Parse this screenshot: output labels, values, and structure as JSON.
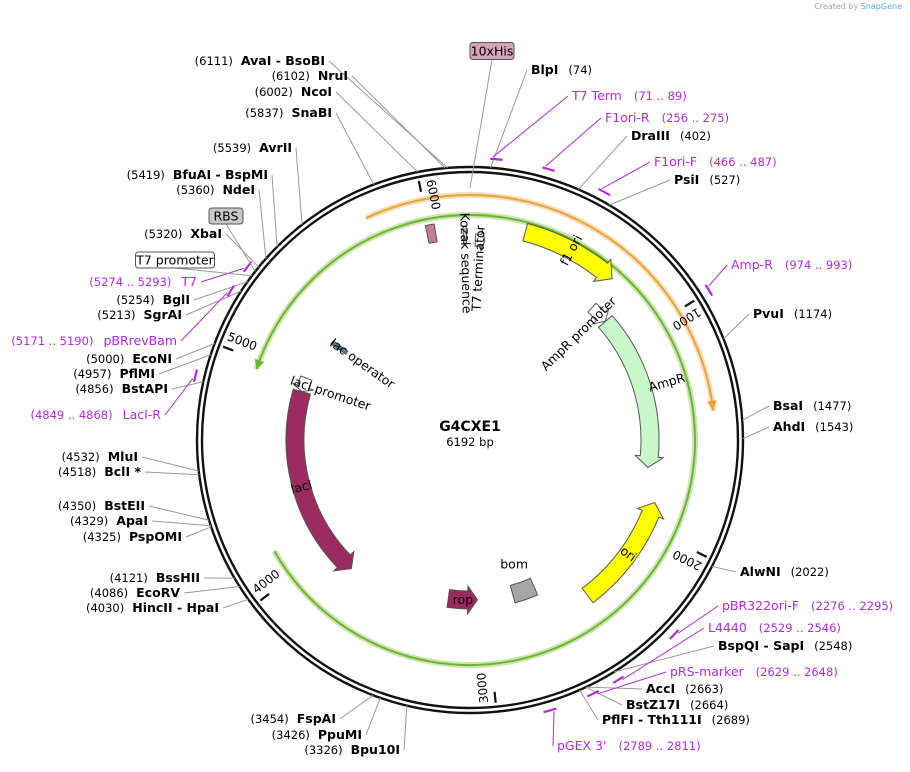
{
  "credit": {
    "prefix": "Created by",
    "brand": "SnapGene"
  },
  "plasmid": {
    "name": "G4CXE1",
    "length_label": "6192 bp",
    "length": 6192
  },
  "ticks": [
    {
      "bp": 1000,
      "label": "1000"
    },
    {
      "bp": 2000,
      "label": "2000"
    },
    {
      "bp": 3000,
      "label": "3000"
    },
    {
      "bp": 4000,
      "label": "4000"
    },
    {
      "bp": 5000,
      "label": "5000"
    },
    {
      "bp": 6000,
      "label": "6000"
    }
  ],
  "sites": [
    {
      "bp": 6111,
      "name": "AvaI  - BsoBI",
      "pos": "(6111)",
      "side": "L"
    },
    {
      "bp": 6102,
      "name": "NruI",
      "pos": "(6102)",
      "side": "L"
    },
    {
      "bp": 6002,
      "name": "NcoI",
      "pos": "(6002)",
      "side": "L"
    },
    {
      "bp": 5837,
      "name": "SnaBI",
      "pos": "(5837)",
      "side": "L"
    },
    {
      "bp": 5539,
      "name": "AvrII",
      "pos": "(5539)",
      "side": "L"
    },
    {
      "bp": 5419,
      "name": "BfuAI  - BspMI",
      "pos": "(5419)",
      "side": "L"
    },
    {
      "bp": 5360,
      "name": "NdeI",
      "pos": "(5360)",
      "side": "L"
    },
    {
      "bp": 5320,
      "name": "XbaI",
      "pos": "(5320)",
      "side": "L"
    },
    {
      "bp": 5254,
      "name": "BglI",
      "pos": "(5254)",
      "side": "L"
    },
    {
      "bp": 5213,
      "name": "SgrAI",
      "pos": "(5213)",
      "side": "L"
    },
    {
      "bp": 5000,
      "name": "EcoNI",
      "pos": "(5000)",
      "side": "L"
    },
    {
      "bp": 4957,
      "name": "PflMI",
      "pos": "(4957)",
      "side": "L"
    },
    {
      "bp": 4856,
      "name": "BstAPI",
      "pos": "(4856)",
      "side": "L"
    },
    {
      "bp": 4532,
      "name": "MluI",
      "pos": "(4532)",
      "side": "L"
    },
    {
      "bp": 4518,
      "name": "BclI *",
      "pos": "(4518)",
      "side": "L"
    },
    {
      "bp": 4350,
      "name": "BstEII",
      "pos": "(4350)",
      "side": "L"
    },
    {
      "bp": 4329,
      "name": "ApaI",
      "pos": "(4329)",
      "side": "L"
    },
    {
      "bp": 4325,
      "name": "PspOMI",
      "pos": "(4325)",
      "side": "L"
    },
    {
      "bp": 4121,
      "name": "BssHII",
      "pos": "(4121)",
      "side": "L"
    },
    {
      "bp": 4086,
      "name": "EcoRV",
      "pos": "(4086)",
      "side": "L"
    },
    {
      "bp": 4030,
      "name": "HincII  - HpaI",
      "pos": "(4030)",
      "side": "L"
    },
    {
      "bp": 3454,
      "name": "FspAI",
      "pos": "(3454)",
      "side": "L"
    },
    {
      "bp": 3426,
      "name": "PpuMI",
      "pos": "(3426)",
      "side": "L"
    },
    {
      "bp": 3326,
      "name": "Bpu10I",
      "pos": "(3326)",
      "side": "L"
    },
    {
      "bp": 74,
      "name": "BlpI",
      "pos": "(74)",
      "side": "R"
    },
    {
      "bp": 402,
      "name": "DraIII",
      "pos": "(402)",
      "side": "R"
    },
    {
      "bp": 527,
      "name": "PsiI",
      "pos": "(527)",
      "side": "R"
    },
    {
      "bp": 1174,
      "name": "PvuI",
      "pos": "(1174)",
      "side": "R"
    },
    {
      "bp": 1477,
      "name": "BsaI",
      "pos": "(1477)",
      "side": "R"
    },
    {
      "bp": 1543,
      "name": "AhdI",
      "pos": "(1543)",
      "side": "R"
    },
    {
      "bp": 2022,
      "name": "AlwNI",
      "pos": "(2022)",
      "side": "R"
    },
    {
      "bp": 2548,
      "name": "BspQI  - SapI",
      "pos": "(2548)",
      "side": "R"
    },
    {
      "bp": 2663,
      "name": "AccI",
      "pos": "(2663)",
      "side": "R"
    },
    {
      "bp": 2664,
      "name": "BstZ17I",
      "pos": "(2664)",
      "side": "R"
    },
    {
      "bp": 2689,
      "name": "PflFI  - Tth111I",
      "pos": "(2689)",
      "side": "R"
    }
  ],
  "primers": [
    {
      "start": 71,
      "end": 89,
      "name": "T7 Term",
      "range": "(71 .. 89)",
      "side": "R"
    },
    {
      "start": 256,
      "end": 275,
      "name": "F1ori-R",
      "range": "(256 .. 275)",
      "side": "R"
    },
    {
      "start": 466,
      "end": 487,
      "name": "F1ori-F",
      "range": "(466 .. 487)",
      "side": "R"
    },
    {
      "start": 974,
      "end": 993,
      "name": "Amp-R",
      "range": "(974 .. 993)",
      "side": "R"
    },
    {
      "start": 2276,
      "end": 2295,
      "name": "pBR322ori-F",
      "range": "(2276 .. 2295)",
      "side": "R"
    },
    {
      "start": 2529,
      "end": 2546,
      "name": "L4440",
      "range": "(2529 .. 2546)",
      "side": "R"
    },
    {
      "start": 2629,
      "end": 2648,
      "name": "pRS-marker",
      "range": "(2629 .. 2648)",
      "side": "R"
    },
    {
      "start": 2789,
      "end": 2811,
      "name": "pGEX 3'",
      "range": "(2789 .. 2811)",
      "side": "R"
    },
    {
      "start": 5274,
      "end": 5293,
      "name": "T7",
      "range": "(5274 .. 5293)",
      "side": "L"
    },
    {
      "start": 5171,
      "end": 5190,
      "name": "pBRrevBam",
      "range": "(5171 .. 5190)",
      "side": "L"
    },
    {
      "start": 4849,
      "end": 4868,
      "name": "LacI-R",
      "range": "(4849 .. 4868)",
      "side": "L"
    }
  ],
  "boxed_labels": [
    {
      "name": "10xHis",
      "color": "#d4a4bb"
    },
    {
      "name": "RBS",
      "color": "#c8c8c8"
    },
    {
      "name": "T7 promoter",
      "color": "#ffffff"
    }
  ],
  "orfs": [
    {
      "name": "",
      "start": 5760,
      "end": 1430,
      "strand": 1,
      "color": "#e8a33a"
    },
    {
      "name": "",
      "start": 4960,
      "end": 4135,
      "strand": -1,
      "color": "#6fb52c"
    }
  ],
  "features": [
    {
      "name": "f1 ori",
      "start": 256,
      "end": 712,
      "strand": 1,
      "color": "#ffff00",
      "style": "arrow"
    },
    {
      "name": "AmpR promoter",
      "start": 734,
      "end": 838,
      "strand": 1,
      "color": "#ffffff",
      "style": "arrow"
    },
    {
      "name": "AmpR",
      "start": 839,
      "end": 1699,
      "strand": 1,
      "color": "#c9f7c9",
      "style": "arrow"
    },
    {
      "name": "ori",
      "start": 1870,
      "end": 2458,
      "strand": -1,
      "color": "#ffff00",
      "style": "arrow"
    },
    {
      "name": "bom",
      "start": 2690,
      "end": 2830,
      "strand": 0,
      "color": "#a6a6a6",
      "style": "box"
    },
    {
      "name": "rop",
      "start": 3050,
      "end": 3230,
      "strand": -1,
      "color": "#9b2a5e",
      "style": "arrow"
    },
    {
      "name": "lacI",
      "start": 3830,
      "end": 4920,
      "strand": -1,
      "color": "#9b2a5e",
      "style": "arrow"
    },
    {
      "name": "lacI promoter",
      "start": 4921,
      "end": 5000,
      "strand": -1,
      "color": "#ffffff",
      "style": "arrow"
    },
    {
      "name": "lac operator",
      "start": 5240,
      "end": 5262,
      "strand": 0,
      "color": "#3a8f9a",
      "style": "box"
    },
    {
      "name": "T7 terminator",
      "start": 26,
      "end": 73,
      "strand": 1,
      "color": "#ffffff",
      "style": "arrow"
    },
    {
      "name": "Kozak sequence",
      "start": 6160,
      "end": 6175,
      "strand": 0,
      "color": "#c8c8c8",
      "style": "box"
    },
    {
      "name": "",
      "start": 5990,
      "end": 6030,
      "strand": 0,
      "color": "#c47a9c",
      "style": "box"
    }
  ]
}
